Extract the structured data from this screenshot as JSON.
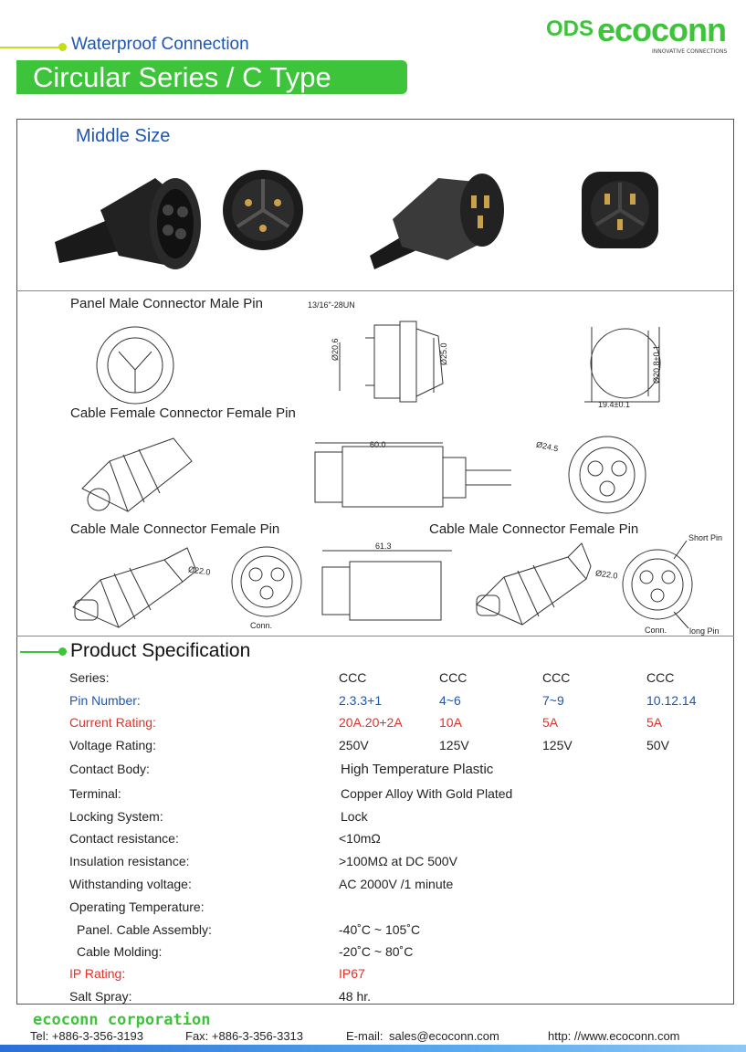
{
  "header": {
    "subtitle": "Waterproof Connection",
    "title": "Circular Series / C Type",
    "logo": {
      "prefix": "ODS",
      "name": "ecoconn",
      "tagline": "INNOVATIVE CONNECTIONS"
    }
  },
  "photos": {
    "title": "Middle Size"
  },
  "drawings": {
    "panel_male": {
      "label": "Panel Male Connector Male Pin",
      "thread": "13/16\"-28UN",
      "d1": "Ø20.6",
      "d2": "Ø25.0",
      "flat_h": "Ø20.8±0.1",
      "flat_w": "19.4±0.1"
    },
    "cable_female": {
      "label": "Cable Female Connector Female Pin",
      "length": "60.0",
      "dia": "Ø24.5"
    },
    "cable_male_1": {
      "label": "Cable Male Connector Female Pin",
      "dia": "Ø22.0",
      "length": "61.3",
      "conn": "Conn."
    },
    "cable_male_2": {
      "label": "Cable Male Connector Female Pin",
      "dia": "Ø22.0",
      "short_pin": "Short Pin",
      "long_pin": "long Pin",
      "conn": "Conn."
    }
  },
  "spec": {
    "title": "Product Specification",
    "series": {
      "label": "Series:",
      "values": [
        "CCC",
        "CCC",
        "CCC",
        "CCC"
      ]
    },
    "pin_number": {
      "label": "Pin Number:",
      "values": [
        "2.3.3+1",
        "4~6",
        "7~9",
        "10.12.14"
      ]
    },
    "current_rating": {
      "label": "Current  Rating:",
      "values": [
        "20A.20+2A",
        "10A",
        "5A",
        "5A"
      ]
    },
    "voltage_rating": {
      "label": "Voltage Rating:",
      "values": [
        "250V",
        "125V",
        "125V",
        "50V"
      ]
    },
    "contact_body": {
      "label": "Contact Body:",
      "value": "High Temperature Plastic"
    },
    "terminal": {
      "label": "Terminal:",
      "value": "Copper Alloy With Gold Plated"
    },
    "locking": {
      "label": "Locking System:",
      "value": "Lock"
    },
    "contact_resistance": {
      "label": "Contact resistance:",
      "value": "<10mΩ"
    },
    "insulation_resistance": {
      "label": "Insulation resistance:",
      "value": ">100MΩ at DC 500V"
    },
    "withstanding_voltage": {
      "label": "Withstanding voltage:",
      "value": "AC 2000V /1 minute"
    },
    "operating_temp": {
      "label": "Operating Temperature:"
    },
    "panel_cable": {
      "label": "Panel. Cable Assembly:",
      "value": "-40˚C ~ 105˚C"
    },
    "cable_molding": {
      "label": "Cable Molding:",
      "value": "-20˚C ~ 80˚C"
    },
    "ip_rating": {
      "label": "IP Rating:",
      "value": "IP67"
    },
    "salt_spray": {
      "label": "Salt Spray:",
      "value": "48 hr."
    }
  },
  "footer": {
    "company": "ecoconn corporation",
    "tel": "Tel: +886-3-356-3193",
    "fax": "Fax: +886-3-356-3313",
    "email_label": "E-mail:",
    "email": "sales@ecoconn.com",
    "web": "http: //www.ecoconn.com"
  },
  "colors": {
    "brand_green": "#3ec43a",
    "accent_blue": "#1e56b4",
    "accent_red": "#e0322a"
  }
}
